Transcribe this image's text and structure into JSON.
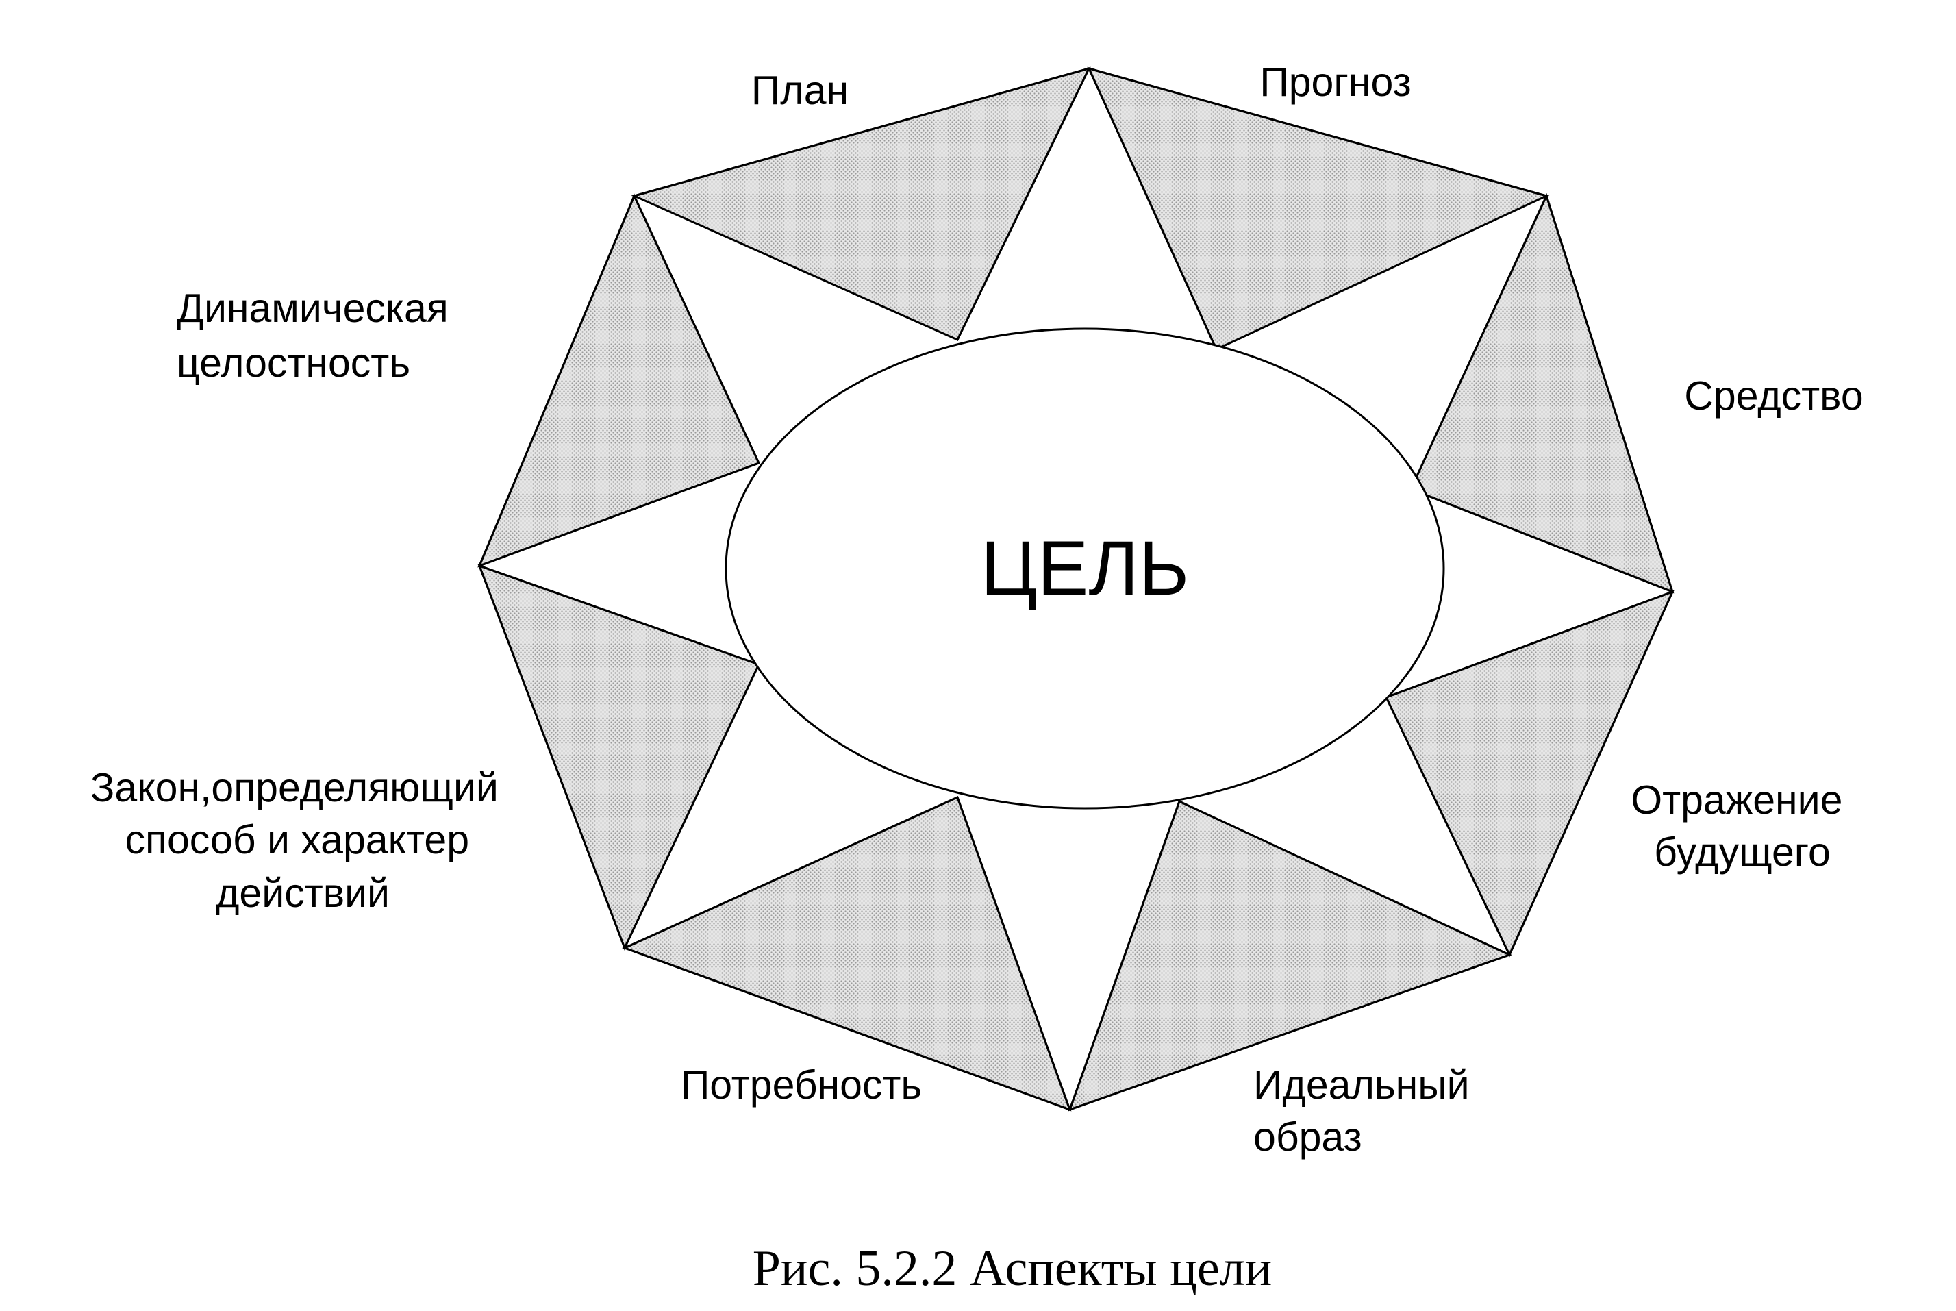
{
  "center": {
    "label": "ЦЕЛЬ"
  },
  "aspects": [
    {
      "id": "plan",
      "lines": [
        "План"
      ]
    },
    {
      "id": "forecast",
      "lines": [
        "Прогноз"
      ]
    },
    {
      "id": "means",
      "lines": [
        "Средство"
      ]
    },
    {
      "id": "reflection",
      "lines": [
        "Отражение",
        "будущего"
      ]
    },
    {
      "id": "ideal",
      "lines": [
        "Идеальный",
        "образ"
      ]
    },
    {
      "id": "need",
      "lines": [
        "Потребность"
      ]
    },
    {
      "id": "law",
      "lines": [
        "Закон,определяющий",
        "способ и характер",
        "действий"
      ]
    },
    {
      "id": "integrity",
      "lines": [
        "Динамическая",
        "целостность"
      ]
    }
  ],
  "caption": "Рис. 5.2.2 Аспекты цели",
  "colors": {
    "shade": "#d2d2d2",
    "stroke": "#000000",
    "background": "#ffffff"
  }
}
